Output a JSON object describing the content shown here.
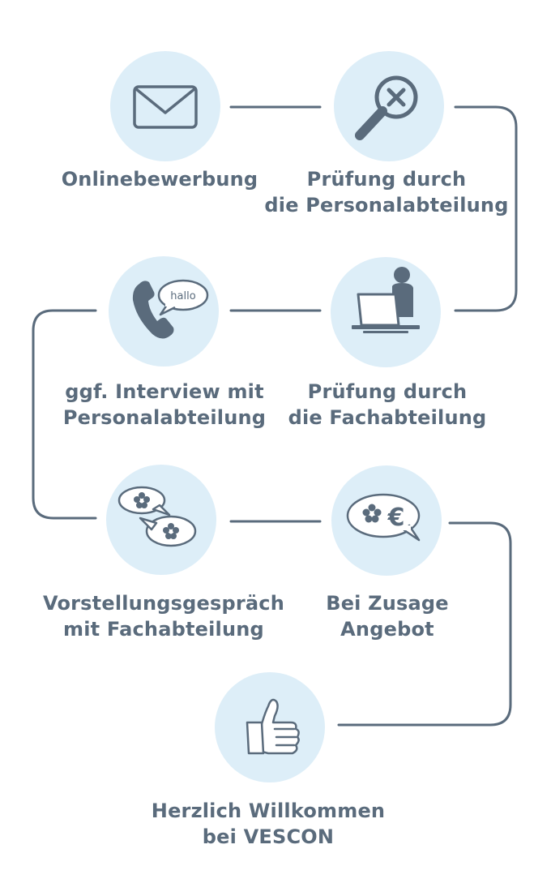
{
  "colors": {
    "accent": "#5a6b7c",
    "circle_fill": "#ddeef8",
    "background": "#ffffff"
  },
  "steps": [
    {
      "icon": "envelope-icon",
      "lines": [
        "Onlinebewerbung"
      ]
    },
    {
      "icon": "magnifier-x-icon",
      "lines": [
        "Prüfung durch",
        "die Personalabteilung"
      ]
    },
    {
      "icon": "phone-hallo-icon",
      "bubble_text": "hallo",
      "lines": [
        "ggf. Interview mit",
        "Personalabteilung"
      ]
    },
    {
      "icon": "person-laptop-icon",
      "lines": [
        "Prüfung durch",
        "die Fachabteilung"
      ]
    },
    {
      "icon": "speech-bubbles-flower-icon",
      "lines": [
        "Vorstellungsgespräch",
        "mit Fachabteilung"
      ]
    },
    {
      "icon": "speech-bubble-euro-icon",
      "bubble_symbol": "€",
      "lines": [
        "Bei Zusage",
        "Angebot"
      ]
    },
    {
      "icon": "thumbs-up-icon",
      "lines": [
        "Herzlich Willkommen",
        "bei VESCON"
      ]
    }
  ]
}
